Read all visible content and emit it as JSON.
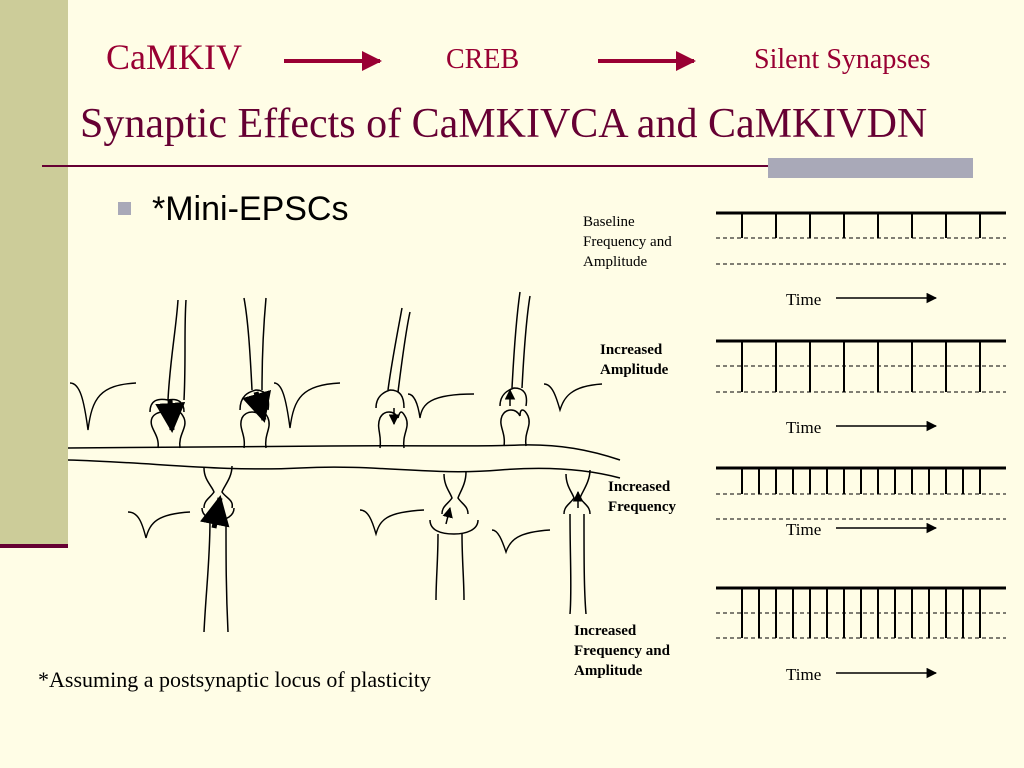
{
  "header": {
    "pathway": [
      "CaMKIV",
      "CREB",
      "Silent Synapses"
    ],
    "title": "Synaptic Effects of CaMKIVCA and CaMKIVDN"
  },
  "bullet": "*Mini-EPSCs",
  "traces": [
    {
      "label": [
        "Baseline",
        "Frequency and",
        "Amplitude"
      ],
      "time_label": "Time"
    },
    {
      "label": [
        "Increased",
        "Amplitude"
      ],
      "time_label": "Time"
    },
    {
      "label": [
        "Increased",
        "Frequency"
      ],
      "time_label": "Time"
    },
    {
      "label": [
        "Increased",
        "Frequency and",
        "Amplitude"
      ],
      "time_label": "Time"
    }
  ],
  "footnote": "*Assuming a postsynaptic locus of plasticity",
  "colors": {
    "background": "#fffde6",
    "sidebar": "#cccc99",
    "accent": "#990033",
    "title": "#660033",
    "rule_accent": "#a9a9b8"
  }
}
